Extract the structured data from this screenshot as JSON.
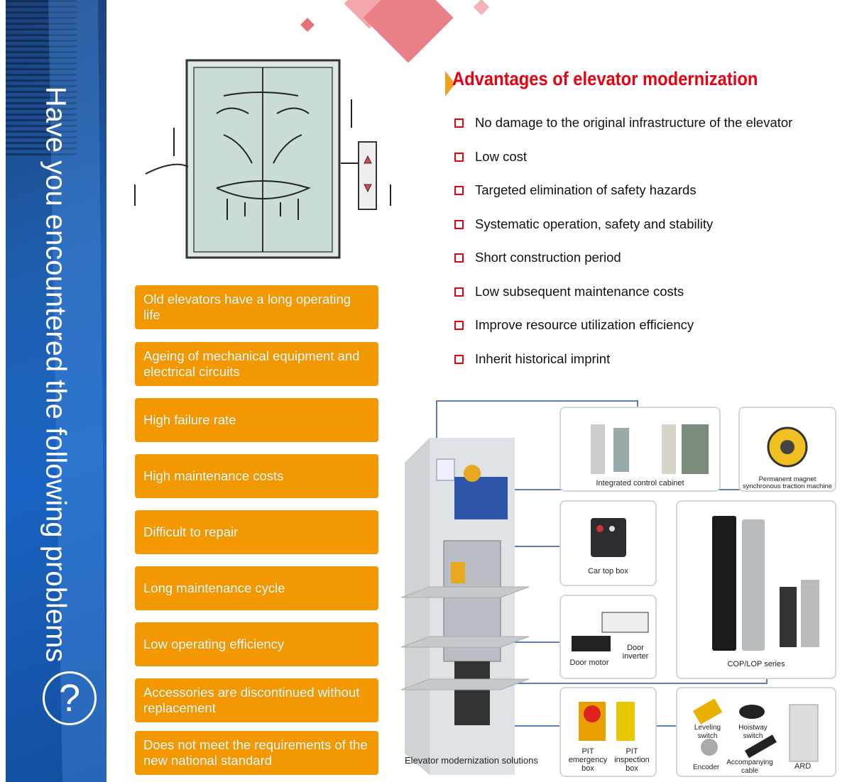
{
  "sidebar": {
    "title": "Have you encountered the following problems",
    "icon": "question-icon"
  },
  "problems": [
    "Old elevators have a long operating life",
    "Ageing of mechanical equipment and electrical circuits",
    "High failure rate",
    "High maintenance costs",
    "Difficult to repair",
    "Long maintenance cycle",
    "Low operating efficiency",
    "Accessories are discontinued without replacement",
    "Does not meet the requirements of the new national standard"
  ],
  "advantages": {
    "title": "Advantages of elevator modernization",
    "items": [
      "No damage to the original infrastructure of the elevator",
      "Low cost",
      "Targeted elimination of safety hazards",
      "Systematic operation, safety and stability",
      "Short construction period",
      "Low subsequent maintenance costs",
      "Improve resource utilization efficiency",
      "Inherit historical imprint"
    ]
  },
  "solutions": {
    "caption": "Elevator modernization solutions",
    "control_cabinet": "Integrated control cabinet",
    "machine": "Permanent magnet synchronous traction machine",
    "car_top": "Car top box",
    "cop_lop": "COP/LOP series",
    "door_motor": "Door motor",
    "door_inverter": "Door inverter",
    "pit_emergency": "PIT emergency box",
    "pit_inspection": "PIT inspection box",
    "leveling": "Leveling switch",
    "hoistway": "Hoistway switch",
    "encoder": "Encoder",
    "cable": "Accompanying cable",
    "ard": "ARD"
  },
  "colors": {
    "orange": "#f39800",
    "red": "#e60012",
    "blue": "#1f5fb0",
    "line": "#5a7db5"
  }
}
